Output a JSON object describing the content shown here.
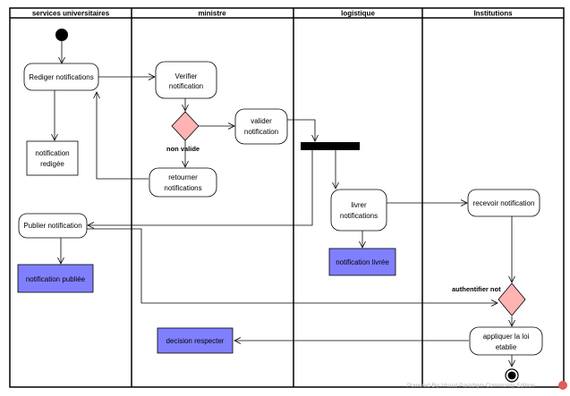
{
  "lanes": [
    {
      "title": "services universitaires"
    },
    {
      "title": "ministre"
    },
    {
      "title": "logistique"
    },
    {
      "title": "Institutions"
    }
  ],
  "actions": {
    "rediger": "Rediger notifications",
    "verifier": [
      "Verifier",
      "notification"
    ],
    "valider": [
      "valider",
      "notification"
    ],
    "retourner": [
      "retourner",
      "notifications"
    ],
    "livrer": [
      "livrer",
      "notifications"
    ],
    "recevoir": "recevoir notification",
    "publier": "Publier notification",
    "appliquer": [
      "appliquer la loi",
      "etablie"
    ]
  },
  "objects": {
    "redigee": [
      "notification",
      "redigée"
    ],
    "publiee": "notification publiée",
    "livree": "notification livrée",
    "decision": "decision respecter"
  },
  "guards": {
    "non_valide": "non valide",
    "authentifier_not": "authentifier not"
  },
  "watermark": "Powered By::Visual Paradigm Community Edition",
  "colors": {
    "object_fill": "#8080ff",
    "decision_fill": "#ffb3b3",
    "bar_fill": "#000000"
  }
}
